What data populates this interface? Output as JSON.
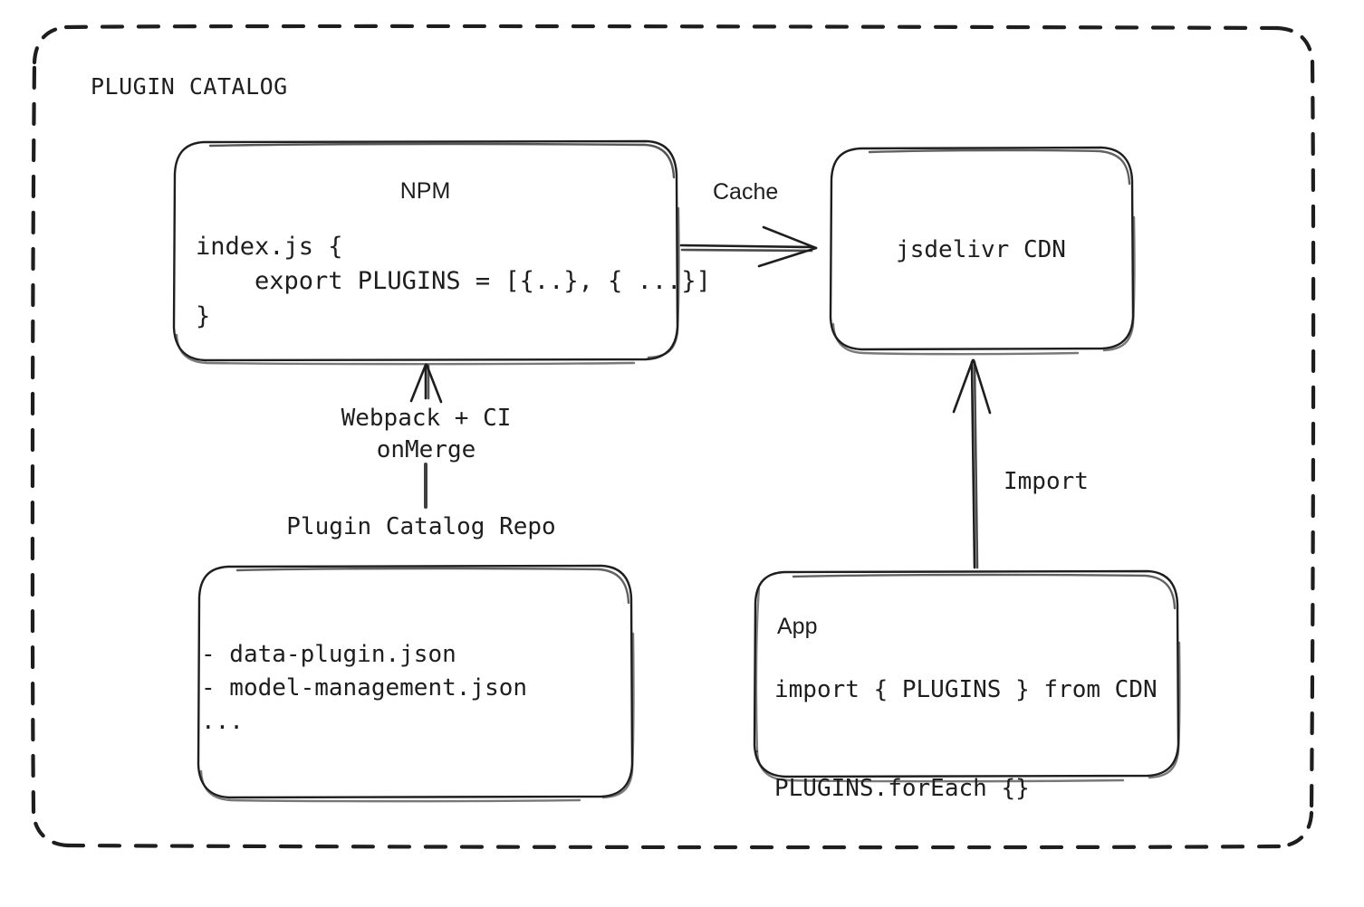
{
  "frame": {
    "title": "PLUGIN CATALOG",
    "style": "dashed-rounded-rectangle"
  },
  "nodes": {
    "npm": {
      "title": "NPM",
      "code": "index.js {\n    export PLUGINS = [{..}, { ...}]\n}"
    },
    "cdn": {
      "title": "jsdelivr CDN"
    },
    "repo": {
      "caption": "Plugin Catalog Repo",
      "items": "- data-plugin.json\n- model-management.json\n..."
    },
    "app": {
      "title": "App",
      "code": "import { PLUGINS } from CDN\n\nPLUGINS.forEach {}"
    }
  },
  "edges": {
    "cache": {
      "label": "Cache",
      "from": "npm",
      "to": "cdn",
      "direction": "right"
    },
    "build": {
      "label": "Webpack + CI\nonMerge",
      "from": "repo",
      "to": "npm",
      "direction": "up"
    },
    "import": {
      "label": "Import",
      "from": "app",
      "to": "cdn",
      "direction": "up"
    }
  },
  "colors": {
    "stroke": "#1e1e1e",
    "background": "#ffffff",
    "text": "#1e1e1e"
  }
}
